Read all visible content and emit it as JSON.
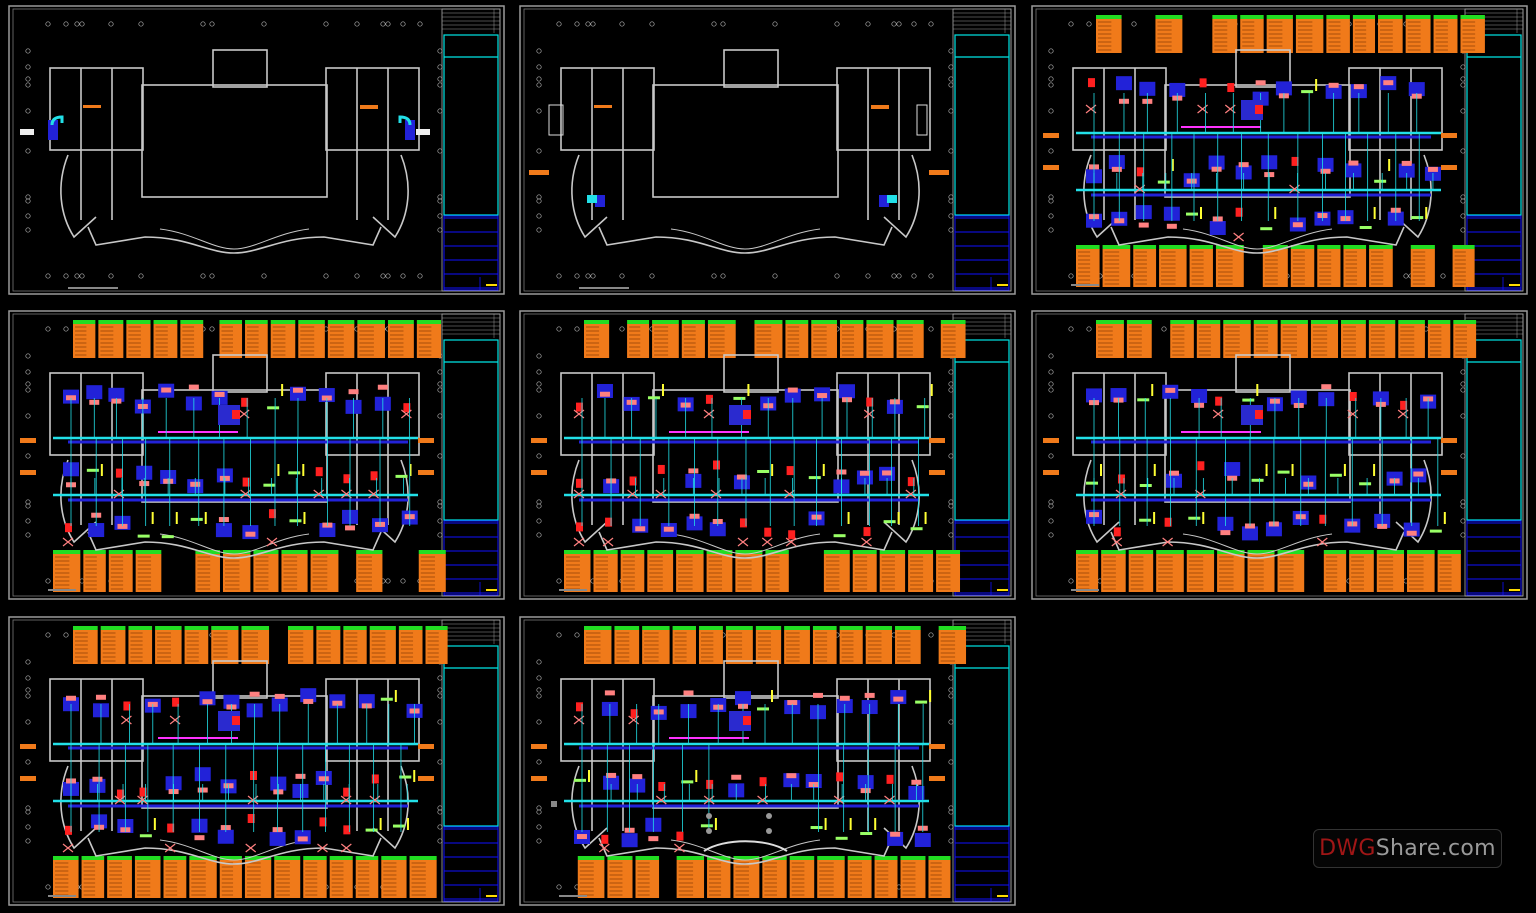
{
  "sheets": [
    {
      "id": "sheet-1",
      "kind": "outline",
      "mirror": false
    },
    {
      "id": "sheet-2",
      "kind": "outline",
      "mirror": true
    },
    {
      "id": "sheet-3",
      "kind": "dense",
      "seed": 3
    },
    {
      "id": "sheet-4",
      "kind": "dense",
      "seed": 4
    },
    {
      "id": "sheet-5",
      "kind": "dense",
      "seed": 5
    },
    {
      "id": "sheet-6",
      "kind": "dense",
      "seed": 6
    },
    {
      "id": "sheet-7",
      "kind": "dense",
      "seed": 7
    },
    {
      "id": "sheet-8",
      "kind": "dense-atrium",
      "seed": 8
    }
  ],
  "colors": {
    "background": "#000000",
    "wall": "#c8c8c8",
    "titleblock_cyan": "#00e5e5",
    "titleblock_blue": "#1010ff",
    "label_orange": "#f07a1a",
    "label_green": "#22dd22",
    "duct_cyan": "#22e0e8",
    "furniture_blue": "#2222d8",
    "furniture_red": "#ff2020",
    "furniture_pink": "#ff8080",
    "magenta": "#ff33ff",
    "yellow": "#ffff33"
  },
  "watermark": {
    "part1": "DWG",
    "part2": "Share.com"
  }
}
